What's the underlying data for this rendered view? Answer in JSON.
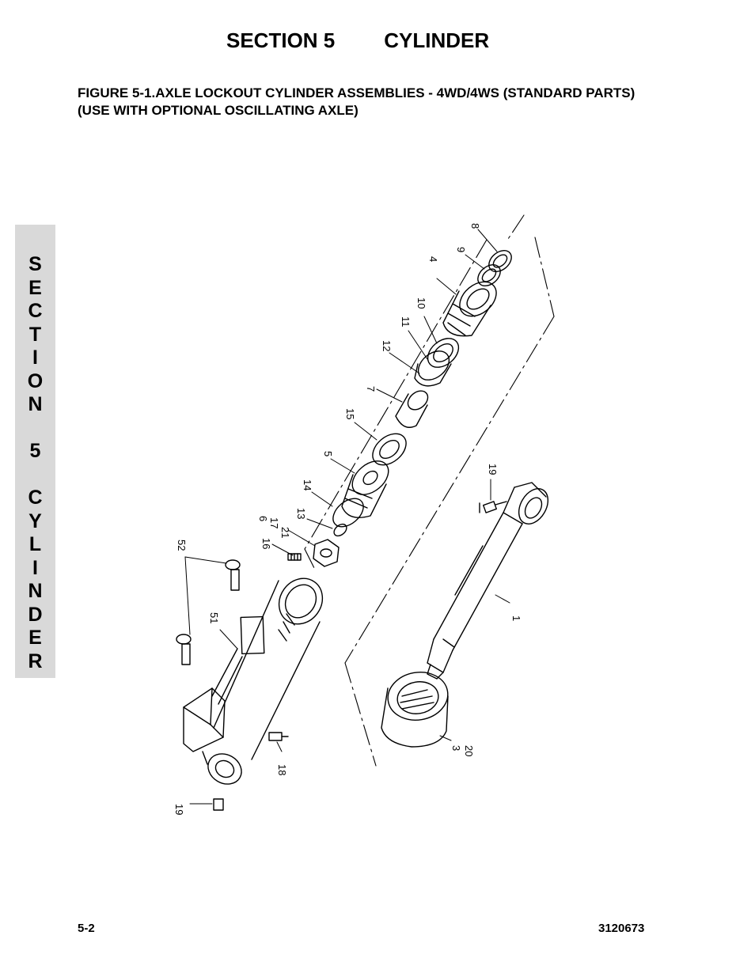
{
  "header": {
    "section": "SECTION 5",
    "title": "CYLINDER"
  },
  "figure": {
    "title": "FIGURE 5-1.AXLE LOCKOUT CYLINDER ASSEMBLIES - 4WD/4WS (STANDARD PARTS) (USE WITH OPTIONAL OSCILLATING AXLE)"
  },
  "side_tab": {
    "letters": [
      "S",
      "E",
      "C",
      "T",
      "I",
      "O",
      "N",
      "",
      "5",
      "",
      "C",
      "Y",
      "L",
      "I",
      "N",
      "D",
      "E",
      "R"
    ]
  },
  "callouts": {
    "c8": "8",
    "c9": "9",
    "c4": "4",
    "c10": "10",
    "c11": "11",
    "c12": "12",
    "c7": "7",
    "c15": "15",
    "c5": "5",
    "c14": "14",
    "c13": "13",
    "c6": "6",
    "c17": "17",
    "c21": "21",
    "c16": "16",
    "c52": "52",
    "c51": "51",
    "c19a": "19",
    "c1": "1",
    "c3": "3",
    "c20": "20",
    "c18": "18",
    "c19b": "19"
  },
  "footer": {
    "page": "5-2",
    "doc_number": "3120673"
  }
}
